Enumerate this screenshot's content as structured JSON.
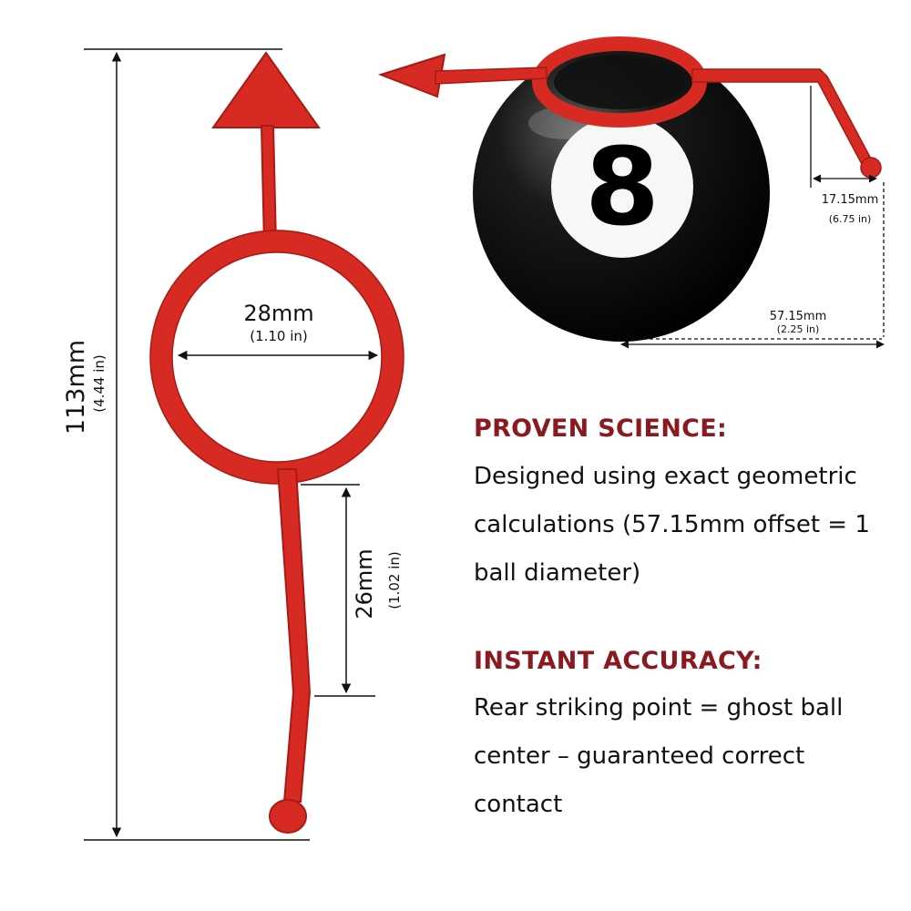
{
  "dimensions": {
    "overall": {
      "value": "113mm",
      "imperial": "(4.44 in)"
    },
    "ring": {
      "value": "28mm",
      "imperial": "(1.10 in)"
    },
    "shaft": {
      "value": "26mm",
      "imperial": "(1.02 in)"
    },
    "drop": {
      "value": "17.15mm",
      "imperial": "(6.75 in)"
    },
    "offset": {
      "value": "57.15mm",
      "imperial": "(2.25 in)"
    }
  },
  "ball": {
    "number": "8"
  },
  "sections": [
    {
      "heading": "PROVEN SCIENCE:",
      "lines": [
        "Designed using exact geometric",
        "calculations (57.15mm offset = 1",
        "ball diameter)"
      ]
    },
    {
      "heading": "INSTANT ACCURACY:",
      "lines": [
        "Rear striking point = ghost ball",
        "center – guaranteed correct",
        "contact"
      ]
    }
  ],
  "colors": {
    "tool_red": "#d62a22",
    "heading_red": "#8a1a1f",
    "ball_black": "#0b0b0b"
  }
}
